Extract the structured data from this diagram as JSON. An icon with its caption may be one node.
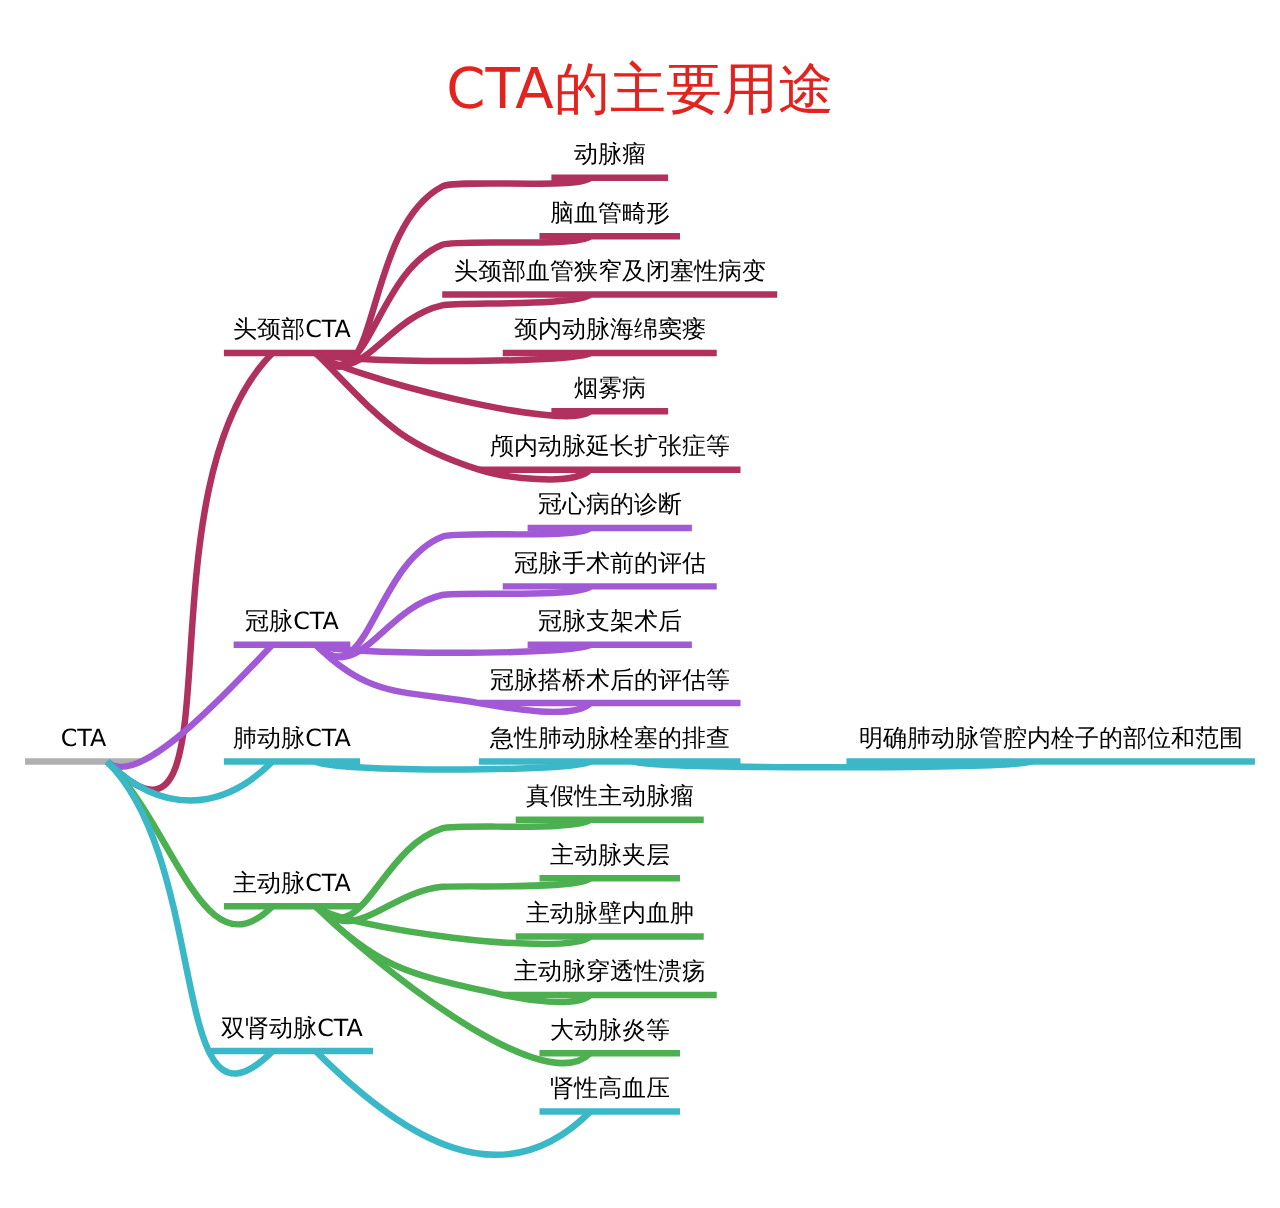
{
  "diagram": {
    "title": "CTA的主要用途",
    "nodes": [
      {
        "text": [
          "CTA"
        ]
      },
      {
        "text": [
          "头颈部CTA"
        ]
      },
      {
        "text": [
          "动脉瘤"
        ]
      },
      {
        "text": [
          "脑血管畸形"
        ]
      },
      {
        "text": [
          "头颈部血管狭窄及闭塞性病变"
        ]
      },
      {
        "text": [
          "颈内动脉海绵窦瘘"
        ]
      },
      {
        "text": [
          "烟雾病"
        ]
      },
      {
        "text": [
          "颅内动脉延长扩张症等"
        ]
      },
      {
        "text": [
          "冠脉CTA"
        ]
      },
      {
        "text": [
          "冠心病的诊断"
        ]
      },
      {
        "text": [
          "冠脉手术前的评估"
        ]
      },
      {
        "text": [
          "冠脉支架术后"
        ]
      },
      {
        "text": [
          "冠脉搭桥术后的评估等"
        ]
      },
      {
        "text": [
          "肺动脉CTA"
        ]
      },
      {
        "text": [
          "急性肺动脉栓塞的排查"
        ]
      },
      {
        "text": [
          "明确肺动脉管腔内栓子的部位和范围"
        ]
      },
      {
        "text": [
          "主动脉CTA"
        ]
      },
      {
        "text": [
          "真假性主动脉瘤"
        ]
      },
      {
        "text": [
          "主动脉夹层"
        ]
      },
      {
        "text": [
          "主动脉壁内血肿"
        ]
      },
      {
        "text": [
          "主动脉穿透性溃疡"
        ]
      },
      {
        "text": [
          "大动脉炎等"
        ]
      },
      {
        "text": [
          "双肾动脉CTA"
        ]
      },
      {
        "text": [
          "肾性高血压"
        ]
      }
    ],
    "edges": [
      {
        "from": 0,
        "to": 1,
        "arrow": "none",
        "color": "#b0305e"
      },
      {
        "from": 1,
        "to": 2,
        "arrow": "none",
        "color": "#b0305e"
      },
      {
        "from": 1,
        "to": 3,
        "arrow": "none",
        "color": "#b0305e"
      },
      {
        "from": 1,
        "to": 4,
        "arrow": "none",
        "color": "#b0305e"
      },
      {
        "from": 1,
        "to": 5,
        "arrow": "none",
        "color": "#b0305e"
      },
      {
        "from": 1,
        "to": 6,
        "arrow": "none",
        "color": "#b0305e"
      },
      {
        "from": 1,
        "to": 7,
        "arrow": "none",
        "color": "#b0305e"
      },
      {
        "from": 0,
        "to": 8,
        "arrow": "none",
        "color": "#a259d6"
      },
      {
        "from": 8,
        "to": 9,
        "arrow": "none",
        "color": "#a259d6"
      },
      {
        "from": 8,
        "to": 10,
        "arrow": "none",
        "color": "#a259d6"
      },
      {
        "from": 8,
        "to": 11,
        "arrow": "none",
        "color": "#a259d6"
      },
      {
        "from": 8,
        "to": 12,
        "arrow": "none",
        "color": "#a259d6"
      },
      {
        "from": 0,
        "to": 13,
        "arrow": "none",
        "color": "#3ab8c8"
      },
      {
        "from": 13,
        "to": 14,
        "arrow": "none",
        "color": "#3ab8c8"
      },
      {
        "from": 14,
        "to": 15,
        "arrow": "none",
        "color": "#3ab8c8"
      },
      {
        "from": 0,
        "to": 16,
        "arrow": "none",
        "color": "#4caf50"
      },
      {
        "from": 16,
        "to": 17,
        "arrow": "none",
        "color": "#4caf50"
      },
      {
        "from": 16,
        "to": 18,
        "arrow": "none",
        "color": "#4caf50"
      },
      {
        "from": 16,
        "to": 19,
        "arrow": "none",
        "color": "#4caf50"
      },
      {
        "from": 16,
        "to": 20,
        "arrow": "none",
        "color": "#4caf50"
      },
      {
        "from": 16,
        "to": 21,
        "arrow": "none",
        "color": "#4caf50"
      },
      {
        "from": 0,
        "to": 22,
        "arrow": "none",
        "color": "#3ab8c8"
      },
      {
        "from": 22,
        "to": 23,
        "arrow": "none",
        "color": "#3ab8c8"
      }
    ]
  }
}
